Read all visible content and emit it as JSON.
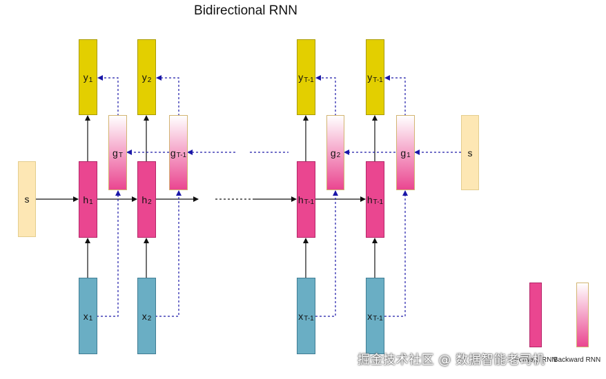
{
  "title": "Bidirectional RNN",
  "columns": [
    {
      "y": "y",
      "y_sub": "1",
      "h": "h",
      "h_sub": "1",
      "x": "x",
      "x_sub": "1"
    },
    {
      "y": "y",
      "y_sub": "2",
      "h": "h",
      "h_sub": "2",
      "x": "x",
      "x_sub": "2"
    },
    {
      "y": "y",
      "y_sub": "T-1",
      "h": "h",
      "h_sub": "T-1",
      "x": "x",
      "x_sub": "T-1"
    },
    {
      "y": "y",
      "y_sub": "T-1",
      "h": "h",
      "h_sub": "T-1",
      "x": "x",
      "x_sub": "T-1"
    }
  ],
  "backward_states": [
    {
      "label": "g",
      "sub": "T"
    },
    {
      "label": "g",
      "sub": "T-1"
    },
    {
      "label": "g",
      "sub": "2"
    },
    {
      "label": "g",
      "sub": "1"
    }
  ],
  "forward_init": "s",
  "backward_init": "s",
  "legend": {
    "forward": "Forward RNN",
    "backward": "Backward RNN"
  },
  "watermark": "掘金技术社区 @ 数据智能老司机",
  "colors": {
    "output": "#e3cf00",
    "input": "#6aaec4",
    "forward_state": "#ea4690",
    "backward_state_gradient": [
      "#ffffff",
      "#ea4690"
    ],
    "init_state": "#fde7b4",
    "backward_arrow": "#1a17a8",
    "forward_arrow": "#111111"
  }
}
